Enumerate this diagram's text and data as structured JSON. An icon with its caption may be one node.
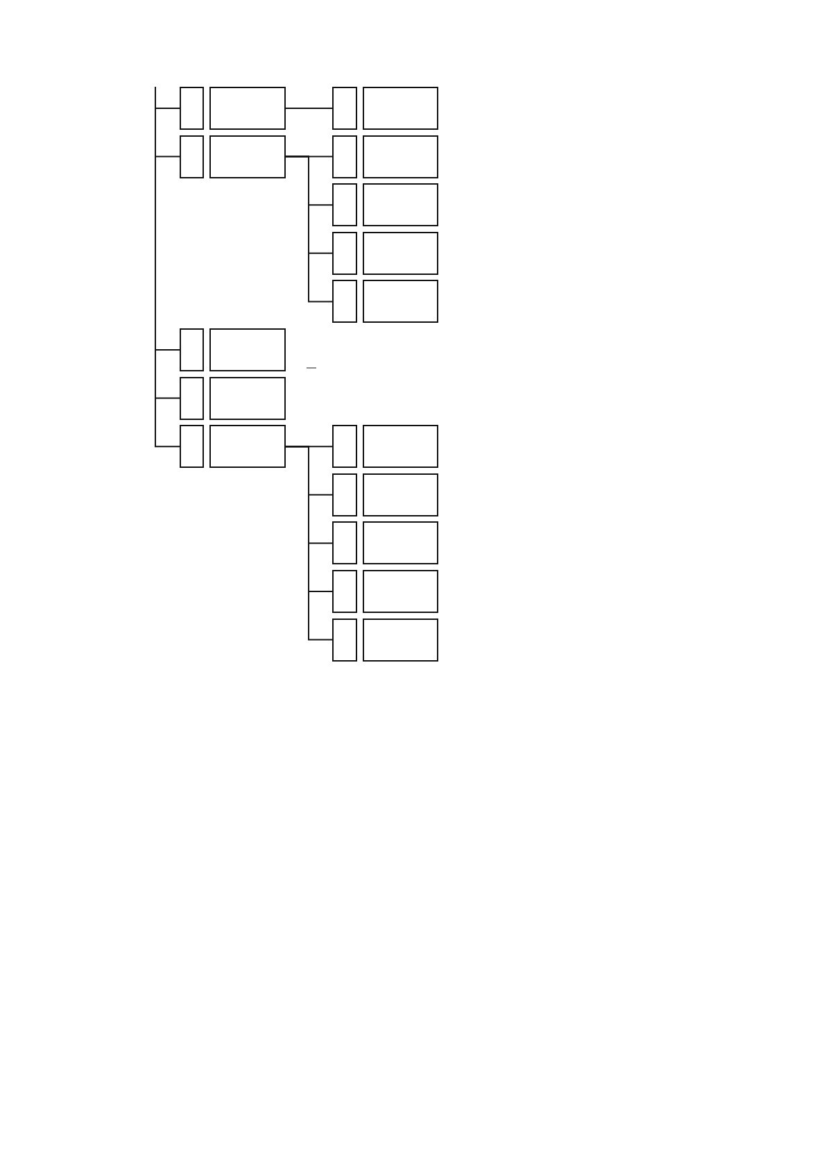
{
  "diagram": {
    "nodes": [
      {
        "text": [],
        "shape": "box"
      },
      {
        "text": [],
        "shape": "box"
      },
      {
        "text": [],
        "shape": "box"
      },
      {
        "text": [],
        "shape": "box"
      },
      {
        "text": [],
        "shape": "box"
      },
      {
        "text": [],
        "shape": "box"
      },
      {
        "text": [],
        "shape": "box"
      },
      {
        "text": [],
        "shape": "box"
      },
      {
        "text": [],
        "shape": "box"
      },
      {
        "text": [],
        "shape": "box"
      },
      {
        "text": [],
        "shape": "box"
      },
      {
        "text": [],
        "shape": "box"
      },
      {
        "text": [],
        "shape": "box"
      },
      {
        "text": [],
        "shape": "box"
      },
      {
        "text": [],
        "shape": "box"
      },
      {
        "text": [],
        "shape": "box"
      },
      {
        "text": [],
        "shape": "box"
      },
      {
        "text": [],
        "shape": "box"
      },
      {
        "text": [],
        "shape": "box"
      },
      {
        "text": [],
        "shape": "box"
      },
      {
        "text": [],
        "shape": "box"
      },
      {
        "text": [],
        "shape": "box"
      },
      {
        "text": [],
        "shape": "box"
      },
      {
        "text": [],
        "shape": "box"
      },
      {
        "text": [],
        "shape": "box"
      },
      {
        "text": [],
        "shape": "box"
      },
      {
        "text": [],
        "shape": "box"
      },
      {
        "text": [],
        "shape": "box"
      },
      {
        "text": [],
        "shape": "box"
      },
      {
        "text": [],
        "shape": "box"
      }
    ],
    "edges": [
      {
        "from": null,
        "to": 0,
        "arrow": "none"
      },
      {
        "from": null,
        "to": 4,
        "arrow": "none"
      },
      {
        "from": null,
        "to": 14,
        "arrow": "none"
      },
      {
        "from": null,
        "to": 16,
        "arrow": "none"
      },
      {
        "from": null,
        "to": 18,
        "arrow": "none"
      },
      {
        "from": 1,
        "to": 2,
        "arrow": "none"
      },
      {
        "from": 5,
        "to": 6,
        "arrow": "none"
      },
      {
        "from": 5,
        "to": 8,
        "arrow": "none"
      },
      {
        "from": 5,
        "to": 10,
        "arrow": "none"
      },
      {
        "from": 5,
        "to": 12,
        "arrow": "none"
      },
      {
        "from": 19,
        "to": 20,
        "arrow": "none"
      },
      {
        "from": 19,
        "to": 22,
        "arrow": "none"
      },
      {
        "from": 19,
        "to": 24,
        "arrow": "none"
      },
      {
        "from": 19,
        "to": 26,
        "arrow": "none"
      },
      {
        "from": 19,
        "to": 28,
        "arrow": "none"
      }
    ]
  }
}
